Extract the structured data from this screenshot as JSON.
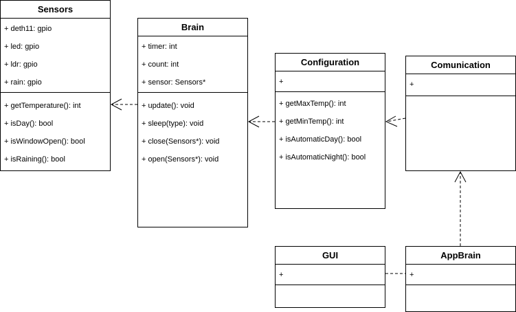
{
  "diagram": {
    "classes": {
      "sensors": {
        "name": "Sensors",
        "attributes": [
          "+ deth11: gpio",
          "+ led: gpio",
          "+ ldr: gpio",
          "+ rain: gpio"
        ],
        "methods": [
          "+ getTemperature(): int",
          "+ isDay(): bool",
          "+ isWindowOpen(): bool",
          "+ isRaining(): bool"
        ]
      },
      "brain": {
        "name": "Brain",
        "attributes": [
          "+ timer: int",
          "+ count: int",
          "+ sensor: Sensors*"
        ],
        "methods": [
          "+ update(): void",
          "+ sleep(type): void",
          "+ close(Sensors*): void",
          "+ open(Sensors*): void"
        ]
      },
      "configuration": {
        "name": "Configuration",
        "attributes": [
          "+"
        ],
        "methods": [
          "+ getMaxTemp(): int",
          "+ getMinTemp(): int",
          "+ isAutomaticDay(): bool",
          "+ isAutomaticNight(): bool"
        ]
      },
      "comunication": {
        "name": "Comunication",
        "attributes": [
          "+"
        ],
        "methods": []
      },
      "gui": {
        "name": "GUI",
        "attributes": [
          "+"
        ],
        "methods": []
      },
      "appbrain": {
        "name": "AppBrain",
        "attributes": [
          "+"
        ],
        "methods": []
      }
    },
    "relations": [
      {
        "from": "brain",
        "to": "sensors",
        "style": "dashed",
        "arrow": "open"
      },
      {
        "from": "configuration",
        "to": "brain",
        "style": "dashed",
        "arrow": "open"
      },
      {
        "from": "comunication",
        "to": "configuration",
        "style": "dashed",
        "arrow": "open"
      },
      {
        "from": "appbrain",
        "to": "comunication",
        "style": "dashed",
        "arrow": "open"
      },
      {
        "from": "gui",
        "to": "appbrain",
        "style": "dashed",
        "arrow": "none"
      }
    ],
    "colors": {
      "stroke": "#000000",
      "fill": "#ffffff"
    }
  }
}
